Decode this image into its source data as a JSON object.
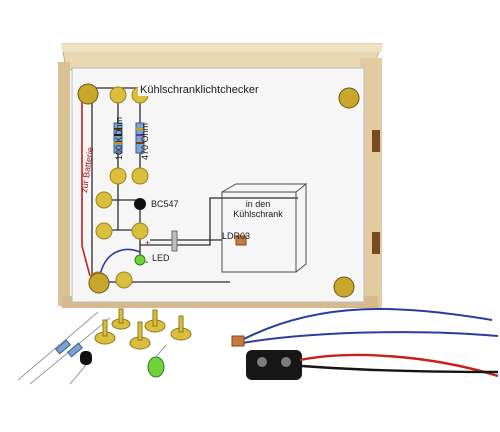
{
  "board": {
    "title": "Kühlschranklichtchecker",
    "battery_label": "zur Batterie",
    "resistor1_label": "100 KOhm",
    "resistor2_label": "470 Ohm",
    "transistor_label": "BC547",
    "led_label": "LED",
    "ldr_label": "LDR03",
    "fridge_line1": "in den",
    "fridge_line2": "Kühlschrank",
    "plus_sign": "+",
    "minus_sign": "-"
  },
  "colors": {
    "wood": "#e8d3ae",
    "wood_dark": "#c9a878",
    "panel": "#f7f7f7",
    "brass": "#d9bf3c",
    "led_green": "#6fd23a",
    "wire_red": "#c8201c",
    "wire_blue": "#2a3f9a",
    "wire_black": "#151515"
  }
}
